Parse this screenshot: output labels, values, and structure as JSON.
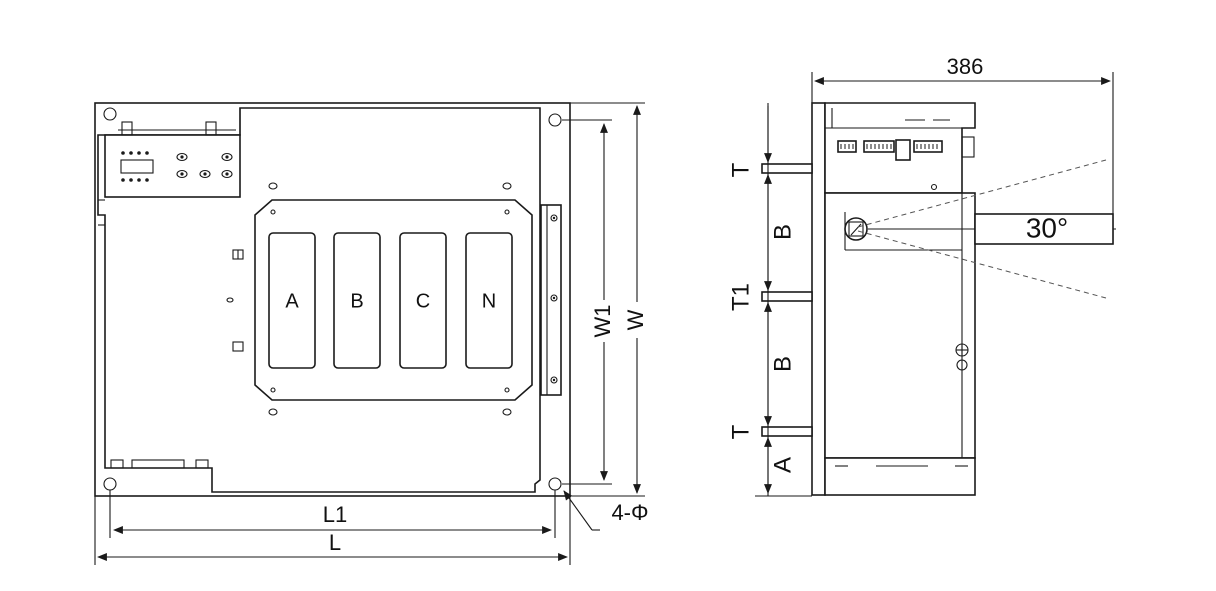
{
  "poles": [
    "A",
    "B",
    "C",
    "N"
  ],
  "front_dims": {
    "width_inner": "W1",
    "width_outer": "W",
    "length_inner": "L1",
    "length_outer": "L",
    "holes": "4-Φ"
  },
  "side_dims": {
    "depth": "386",
    "angle": "30°",
    "terminal_top": "T",
    "spacing_upper": "B",
    "terminal_mid": "T1",
    "spacing_lower": "B",
    "terminal_bottom": "T",
    "offset_bottom": "A"
  }
}
